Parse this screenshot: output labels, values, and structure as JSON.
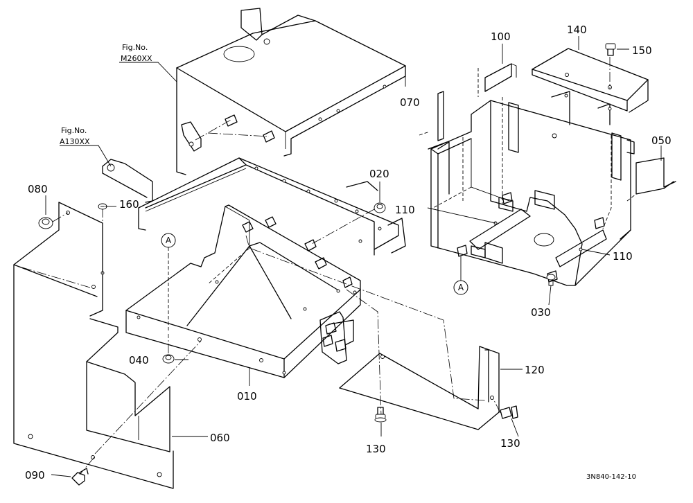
{
  "figure_refs": {
    "m260": {
      "line1": "Fig.No.",
      "line2": "M260XX"
    },
    "a130": {
      "line1": "Fig.No.",
      "line2": "A130XX"
    }
  },
  "parts": {
    "p010": "010",
    "p020": "020",
    "p030": "030",
    "p040": "040",
    "p050": "050",
    "p060": "060",
    "p070": "070",
    "p080": "080",
    "p090": "090",
    "p100": "100",
    "p110a": "110",
    "p110b": "110",
    "p120": "120",
    "p130a": "130",
    "p130b": "130",
    "p140": "140",
    "p150": "150",
    "p160": "160"
  },
  "section_refs": {
    "a1": "A",
    "a2": "A"
  },
  "drawing_code": "3N840-142-10"
}
